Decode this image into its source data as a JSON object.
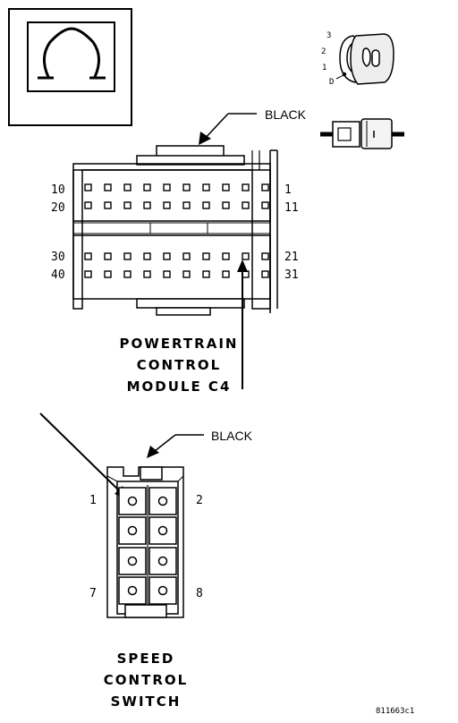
{
  "legend_symbol": "omega-ohm-icon",
  "pcm": {
    "color_label": "BLACK",
    "pin_labels": {
      "row1_left": "10",
      "row1_right": "1",
      "row2_left": "20",
      "row2_right": "11",
      "row3_left": "30",
      "row3_right": "21",
      "row4_left": "40",
      "row4_right": "31"
    },
    "title_line1": "POWERTRAIN",
    "title_line2": "CONTROL",
    "title_line3": "MODULE C4"
  },
  "lock_key": {
    "labels": [
      "3",
      "2",
      "1",
      "D"
    ]
  },
  "switch": {
    "color_label": "BLACK",
    "pin_labels": {
      "top_left": "1",
      "top_right": "2",
      "bottom_left": "7",
      "bottom_right": "8"
    },
    "title_line1": "SPEED",
    "title_line2": "CONTROL",
    "title_line3": "SWITCH"
  },
  "figure_id": "811663c1"
}
